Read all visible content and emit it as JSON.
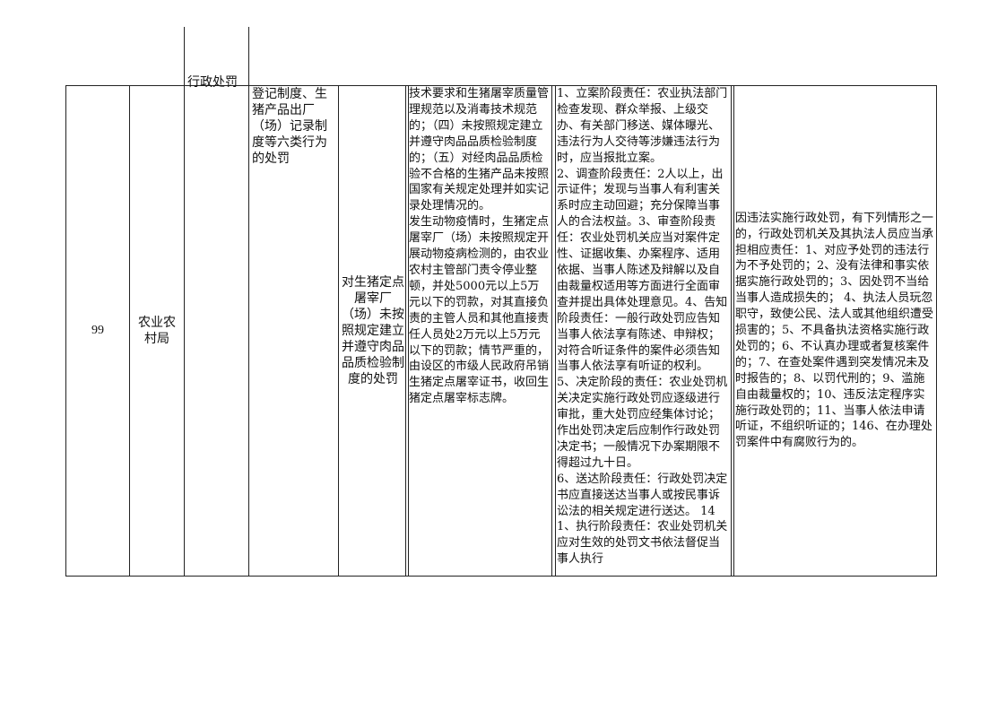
{
  "row": {
    "number": "99",
    "department": "农业农村局",
    "power_type": "行政处罚",
    "item_name": "登记制度、生猪产品出厂（场）记录制度等六类行为的处罚",
    "sub_item": "对生猪定点屠宰厂（场）未按照规定建立并遵守肉品品质检验制度的处罚",
    "basis": [
      "技术要求和生猪屠宰质量管理规范以及消毒技术规范的；（四）未按照规定建立并遵守肉品品质检验制度的；（五）对经肉品品质检验不合格的生猪产品未按照国家有关规定处理并如实记录处理情况的。",
      "发生动物疫情时，生猪定点屠宰厂（场）未按照规定开展动物疫病检测的，由农业农村主管部门责令停业整顿，并处5000元以上5万元以下的罚款，对其直接负责的主管人员和其他直接责任人员处2万元以上5万元以下的罚款；情节严重的，由设区的市级人民政府吊销生猪定点屠宰证书，收回生猪定点屠宰标志牌。"
    ],
    "duties": [
      "1、立案阶段责任：农业执法部门检查发现、群众举报、上级交办、有关部门移送、媒体曝光、违法行为人交待等涉嫌违法行为时，应当报批立案。",
      "2、调查阶段责任：2人以上，出示证件；发现与当事人有利害关系时应主动回避；充分保障当事人的合法权益。3、审查阶段责任：农业处罚机关应当对案件定性、证据收集、办案程序、适用依据、当事人陈述及辩解以及自由裁量权适用等方面进行全面审查并提出具体处理意见。4、告知阶段责任：一般行政处罚应告知当事人依法享有陈述、申辩权；对符合听证条件的案件必须告知当事人依法享有听证的权利。",
      "5、决定阶段的责任：农业处罚机关决定实施行政处罚应逐级进行审批，重大处罚应经集体讨论；作出处罚决定后应制作行政处罚决定书；一般情况下办案期限不得超过九十日。",
      "6、送达阶段责任：行政处罚决定书应直接送达当事人或按民事诉讼法的相关规定进行送达。 141、执行阶段责任：农业处罚机关应对生效的处罚文书依法督促当事人执行"
    ],
    "accountability": "因违法实施行政处罚，有下列情形之一的，行政处罚机关及其执法人员应当承担相应责任：1、对应予处罚的违法行为不予处罚的；2、没有法律和事实依据实施行政处罚的；3、因处罚不当给当事人造成损失的； 4、执法人员玩忽职守，致使公民、法人或其他组织遭受损害的；5、不具备执法资格实施行政处罚的；6、不认真办理或者复核案件的；7、在查处案件遇到突发情况未及时报告的；8、以罚代刑的；9、滥施自由裁量权的；10、违反法定程序实施行政处罚的；11、当事人依法申请听证，不组织听证的；146、在办理处罚案件中有腐败行为的。"
  }
}
